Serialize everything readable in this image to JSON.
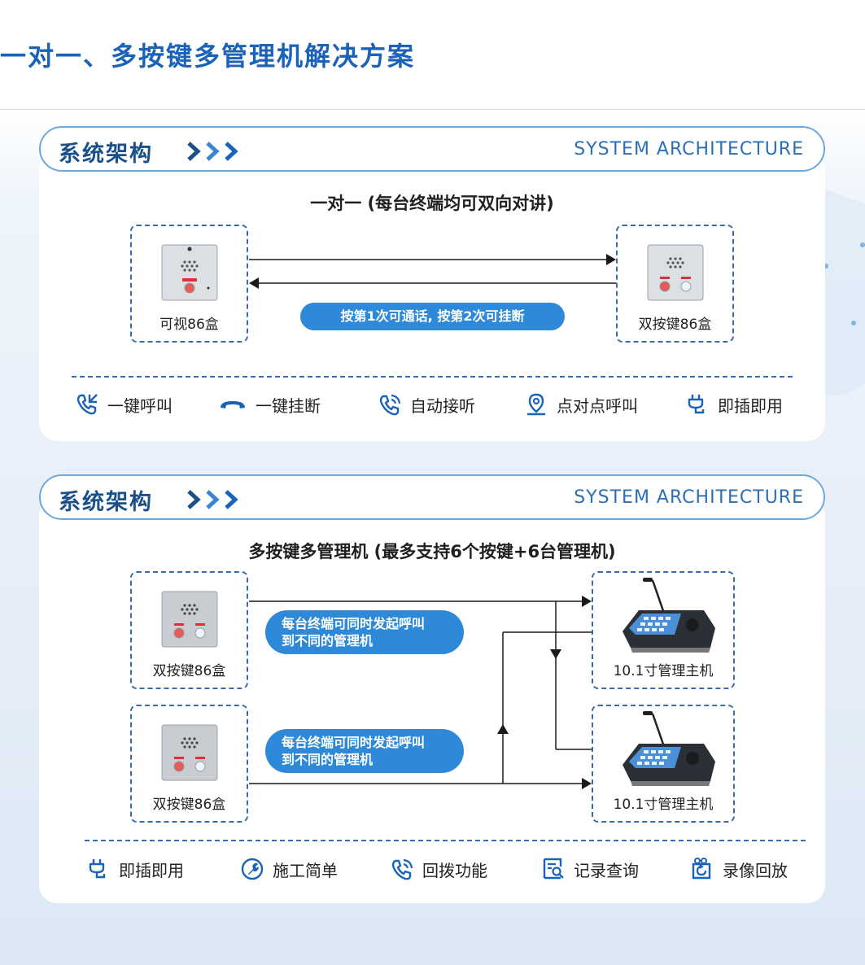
{
  "page": {
    "title": "一对一、多按键多管理机解决方案"
  },
  "section1": {
    "title": "系统架构",
    "subtitle_en": "SYSTEM ARCHITECTURE",
    "heading": "一对一 (每台终端均可双向对讲)",
    "left_device": "可视86盒",
    "right_device": "双按键86盒",
    "note": "按第1次可通话, 按第2次可挂断",
    "features": [
      {
        "icon": "phone-call-icon",
        "label": "一键呼叫"
      },
      {
        "icon": "hang-up-icon",
        "label": "一键挂断"
      },
      {
        "icon": "phone-ringing-icon",
        "label": "自动接听"
      },
      {
        "icon": "location-pin-icon",
        "label": "点对点呼叫"
      },
      {
        "icon": "plug-icon",
        "label": "即插即用"
      }
    ]
  },
  "section2": {
    "title": "系统架构",
    "subtitle_en": "SYSTEM ARCHITECTURE",
    "heading": "多按键多管理机 (最多支持6个按键+6台管理机)",
    "terminals": [
      "双按键86盒",
      "双按键86盒"
    ],
    "consoles": [
      "10.1寸管理主机",
      "10.1寸管理主机"
    ],
    "notes": [
      {
        "line1": "每台终端可同时发起呼叫",
        "line2": "到不同的管理机"
      },
      {
        "line1": "每台终端可同时发起呼叫",
        "line2": "到不同的管理机"
      }
    ],
    "features": [
      {
        "icon": "plug-icon",
        "label": "即插即用"
      },
      {
        "icon": "wrench-icon",
        "label": "施工简单"
      },
      {
        "icon": "callback-icon",
        "label": "回拨功能"
      },
      {
        "icon": "record-search-icon",
        "label": "记录查询"
      },
      {
        "icon": "video-replay-icon",
        "label": "录像回放"
      }
    ]
  },
  "colors": {
    "brand": "#1a63b8",
    "accent": "#2e8ad8",
    "line": "#1a1a1a",
    "dashed": "#3a6da8"
  }
}
